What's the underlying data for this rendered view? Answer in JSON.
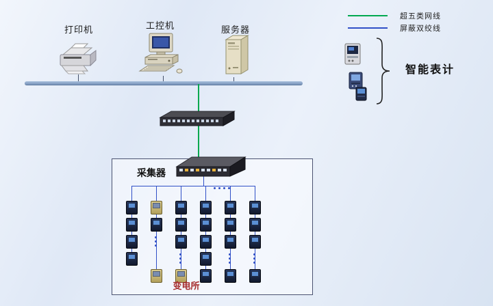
{
  "legend": {
    "items": [
      {
        "label": "超五类网线",
        "color": "#00a84f"
      },
      {
        "label": "屏蔽双绞线",
        "color": "#2f4fc7"
      }
    ]
  },
  "top_devices": [
    {
      "id": "printer",
      "label": "打印机"
    },
    {
      "id": "industrial-pc",
      "label": "工控机"
    },
    {
      "id": "server",
      "label": "服务器"
    }
  ],
  "smart_meters": {
    "label": "智能表计"
  },
  "substation": {
    "label": "变电所",
    "collector_label": "采集器",
    "columns": [
      [
        "m",
        "m",
        "m",
        "m"
      ],
      [
        "y",
        "m",
        "d",
        "",
        "y"
      ],
      [
        "m",
        "m",
        "m",
        "d",
        "y"
      ],
      [
        "m",
        "m",
        "m",
        "m",
        "m"
      ],
      [
        "m",
        "m",
        "m",
        "d",
        "m"
      ],
      [
        "m",
        "m",
        "m",
        "d",
        "m"
      ]
    ]
  },
  "colors": {
    "cat5_line": "#00a84f",
    "twisted_pair_line": "#2f4fc7",
    "bus": "#7f9cc2",
    "substation_label": "#a52a2a"
  }
}
